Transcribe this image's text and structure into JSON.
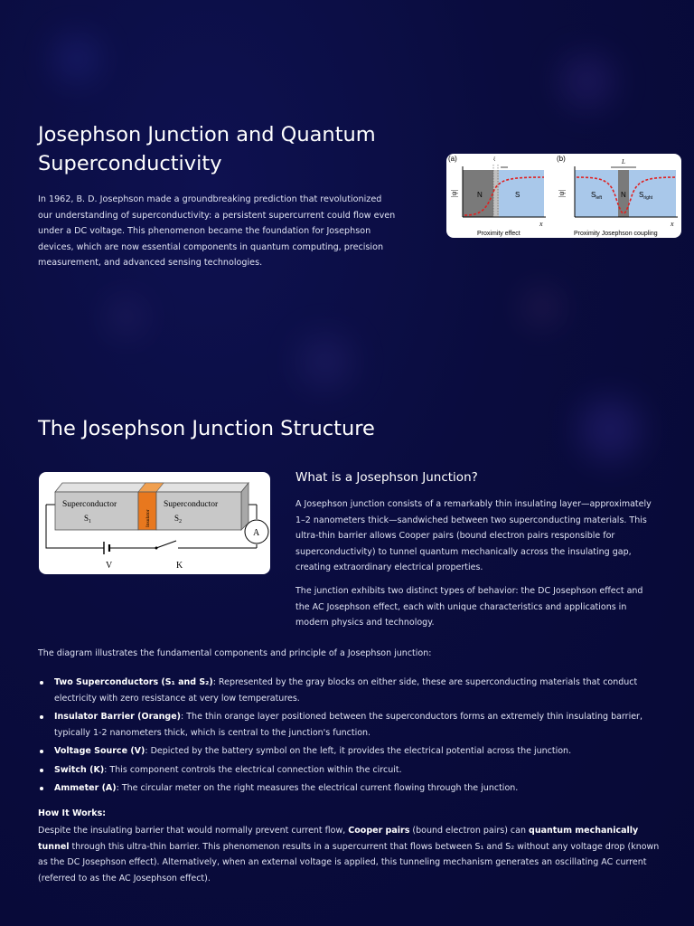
{
  "page_title": "Josephson Junction and Quantum Superconductivity",
  "intro_text": "In 1962, B. D. Josephson made a groundbreaking prediction that revolutionized our understanding of superconductivity: a persistent supercurrent could flow even under a DC voltage. This phenomenon became the foundation for Josephson devices, which are now essential components in quantum computing, precision measurement, and advanced sensing technologies.",
  "figure_proximity": {
    "panel_a_label": "(a)",
    "panel_b_label": "(b)",
    "y_axis_label": "|ψ|",
    "x_axis_label": "x",
    "panel_a_n": "N",
    "panel_a_s": "S",
    "panel_a_xi": "ξ",
    "panel_a_caption": "Proximity effect",
    "panel_b_sleft": "S",
    "panel_b_sleft_sub": "left",
    "panel_b_n": "N",
    "panel_b_sright": "S",
    "panel_b_sright_sub": "right",
    "panel_b_l": "L",
    "panel_b_caption": "Proximity Josephson coupling"
  },
  "section_title": "The Josephson Junction Structure",
  "figure_circuit": {
    "left_label": "Superconductor",
    "left_sub": "S",
    "left_sub_index": "1",
    "right_label": "Superconductor",
    "right_sub": "S",
    "right_sub_index": "2",
    "insulator_label": "Insulator",
    "ammeter_label": "A",
    "battery_label": "V",
    "switch_label": "K"
  },
  "what_is": {
    "title": "What is a Josephson Junction?",
    "p1": "A Josephson junction consists of a remarkably thin insulating layer—approximately 1–2 nanometers thick—sandwiched between two superconducting materials. This ultra-thin barrier allows Cooper pairs (bound electron pairs responsible for superconductivity) to tunnel quantum mechanically across the insulating gap, creating extraordinary electrical properties.",
    "p2": "The junction exhibits two distinct types of behavior: the DC Josephson effect and the AC Josephson effect, each with unique characteristics and applications in modern physics and technology."
  },
  "diagram_intro": "The diagram illustrates the fundamental components and principle of a Josephson junction:",
  "components": [
    {
      "term": "Two Superconductors (S₁ and S₂)",
      "desc": ": Represented by the gray blocks on either side, these are superconducting materials that conduct electricity with zero resistance at very low temperatures."
    },
    {
      "term": "Insulator Barrier (Orange)",
      "desc": ": The thin orange layer positioned between the superconductors forms an extremely thin insulating barrier, typically 1-2 nanometers thick, which is central to the junction's function."
    },
    {
      "term": "Voltage Source (V)",
      "desc": ": Depicted by the battery symbol on the left, it provides the electrical potential across the junction."
    },
    {
      "term": "Switch (K)",
      "desc": ": This component controls the electrical connection within the circuit."
    },
    {
      "term": "Ammeter (A)",
      "desc": ": The circular meter on the right measures the electrical current flowing through the junction."
    }
  ],
  "how_it_works": {
    "title": "How It Works:",
    "t1": "Despite the insulating barrier that would normally prevent current flow, ",
    "b1": "Cooper pairs",
    "t2": " (bound electron pairs) can ",
    "b2": "quantum mechanically tunnel",
    "t3": " through this ultra-thin barrier. This phenomenon results in a supercurrent that flows between S₁ and S₂ without any voltage drop (known as the DC Josephson effect). Alternatively, when an external voltage is applied, this tunneling mechanism generates an oscillating AC current (referred to as the AC Josephson effect)."
  },
  "colors": {
    "background": "#0a0c3e",
    "insulator": "#e8781e",
    "superconductor": "#c8c8c8",
    "wavefunction": "#e02020"
  }
}
